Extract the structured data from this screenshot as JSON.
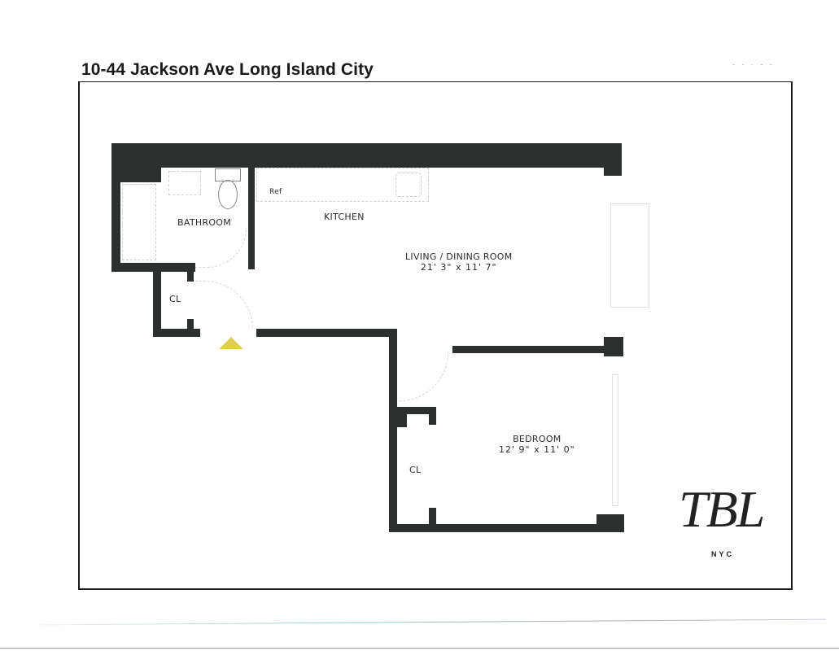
{
  "header": {
    "title": "10-44 Jackson Ave Long Island City",
    "corner_marks": "- -  ·  - -"
  },
  "floorplan": {
    "rooms": [
      {
        "name": "BATHROOM",
        "dimensions": ""
      },
      {
        "name": "KITCHEN",
        "dimensions": ""
      },
      {
        "name": "LIVING / DINING ROOM",
        "dimensions": "21' 3\" x 11' 7\""
      },
      {
        "name": "BEDROOM",
        "dimensions": "12' 9\" x 11' 0\""
      },
      {
        "name": "CL",
        "dimensions": ""
      },
      {
        "name": "CL",
        "dimensions": ""
      }
    ],
    "fixtures": {
      "refrigerator_label": "Ref"
    },
    "entry_marker": {
      "icon": "entry-triangle-icon",
      "color": "#e0cf52"
    },
    "wall_color": "#2b302e"
  },
  "branding": {
    "logo": "TBL",
    "sub": "NYC"
  }
}
